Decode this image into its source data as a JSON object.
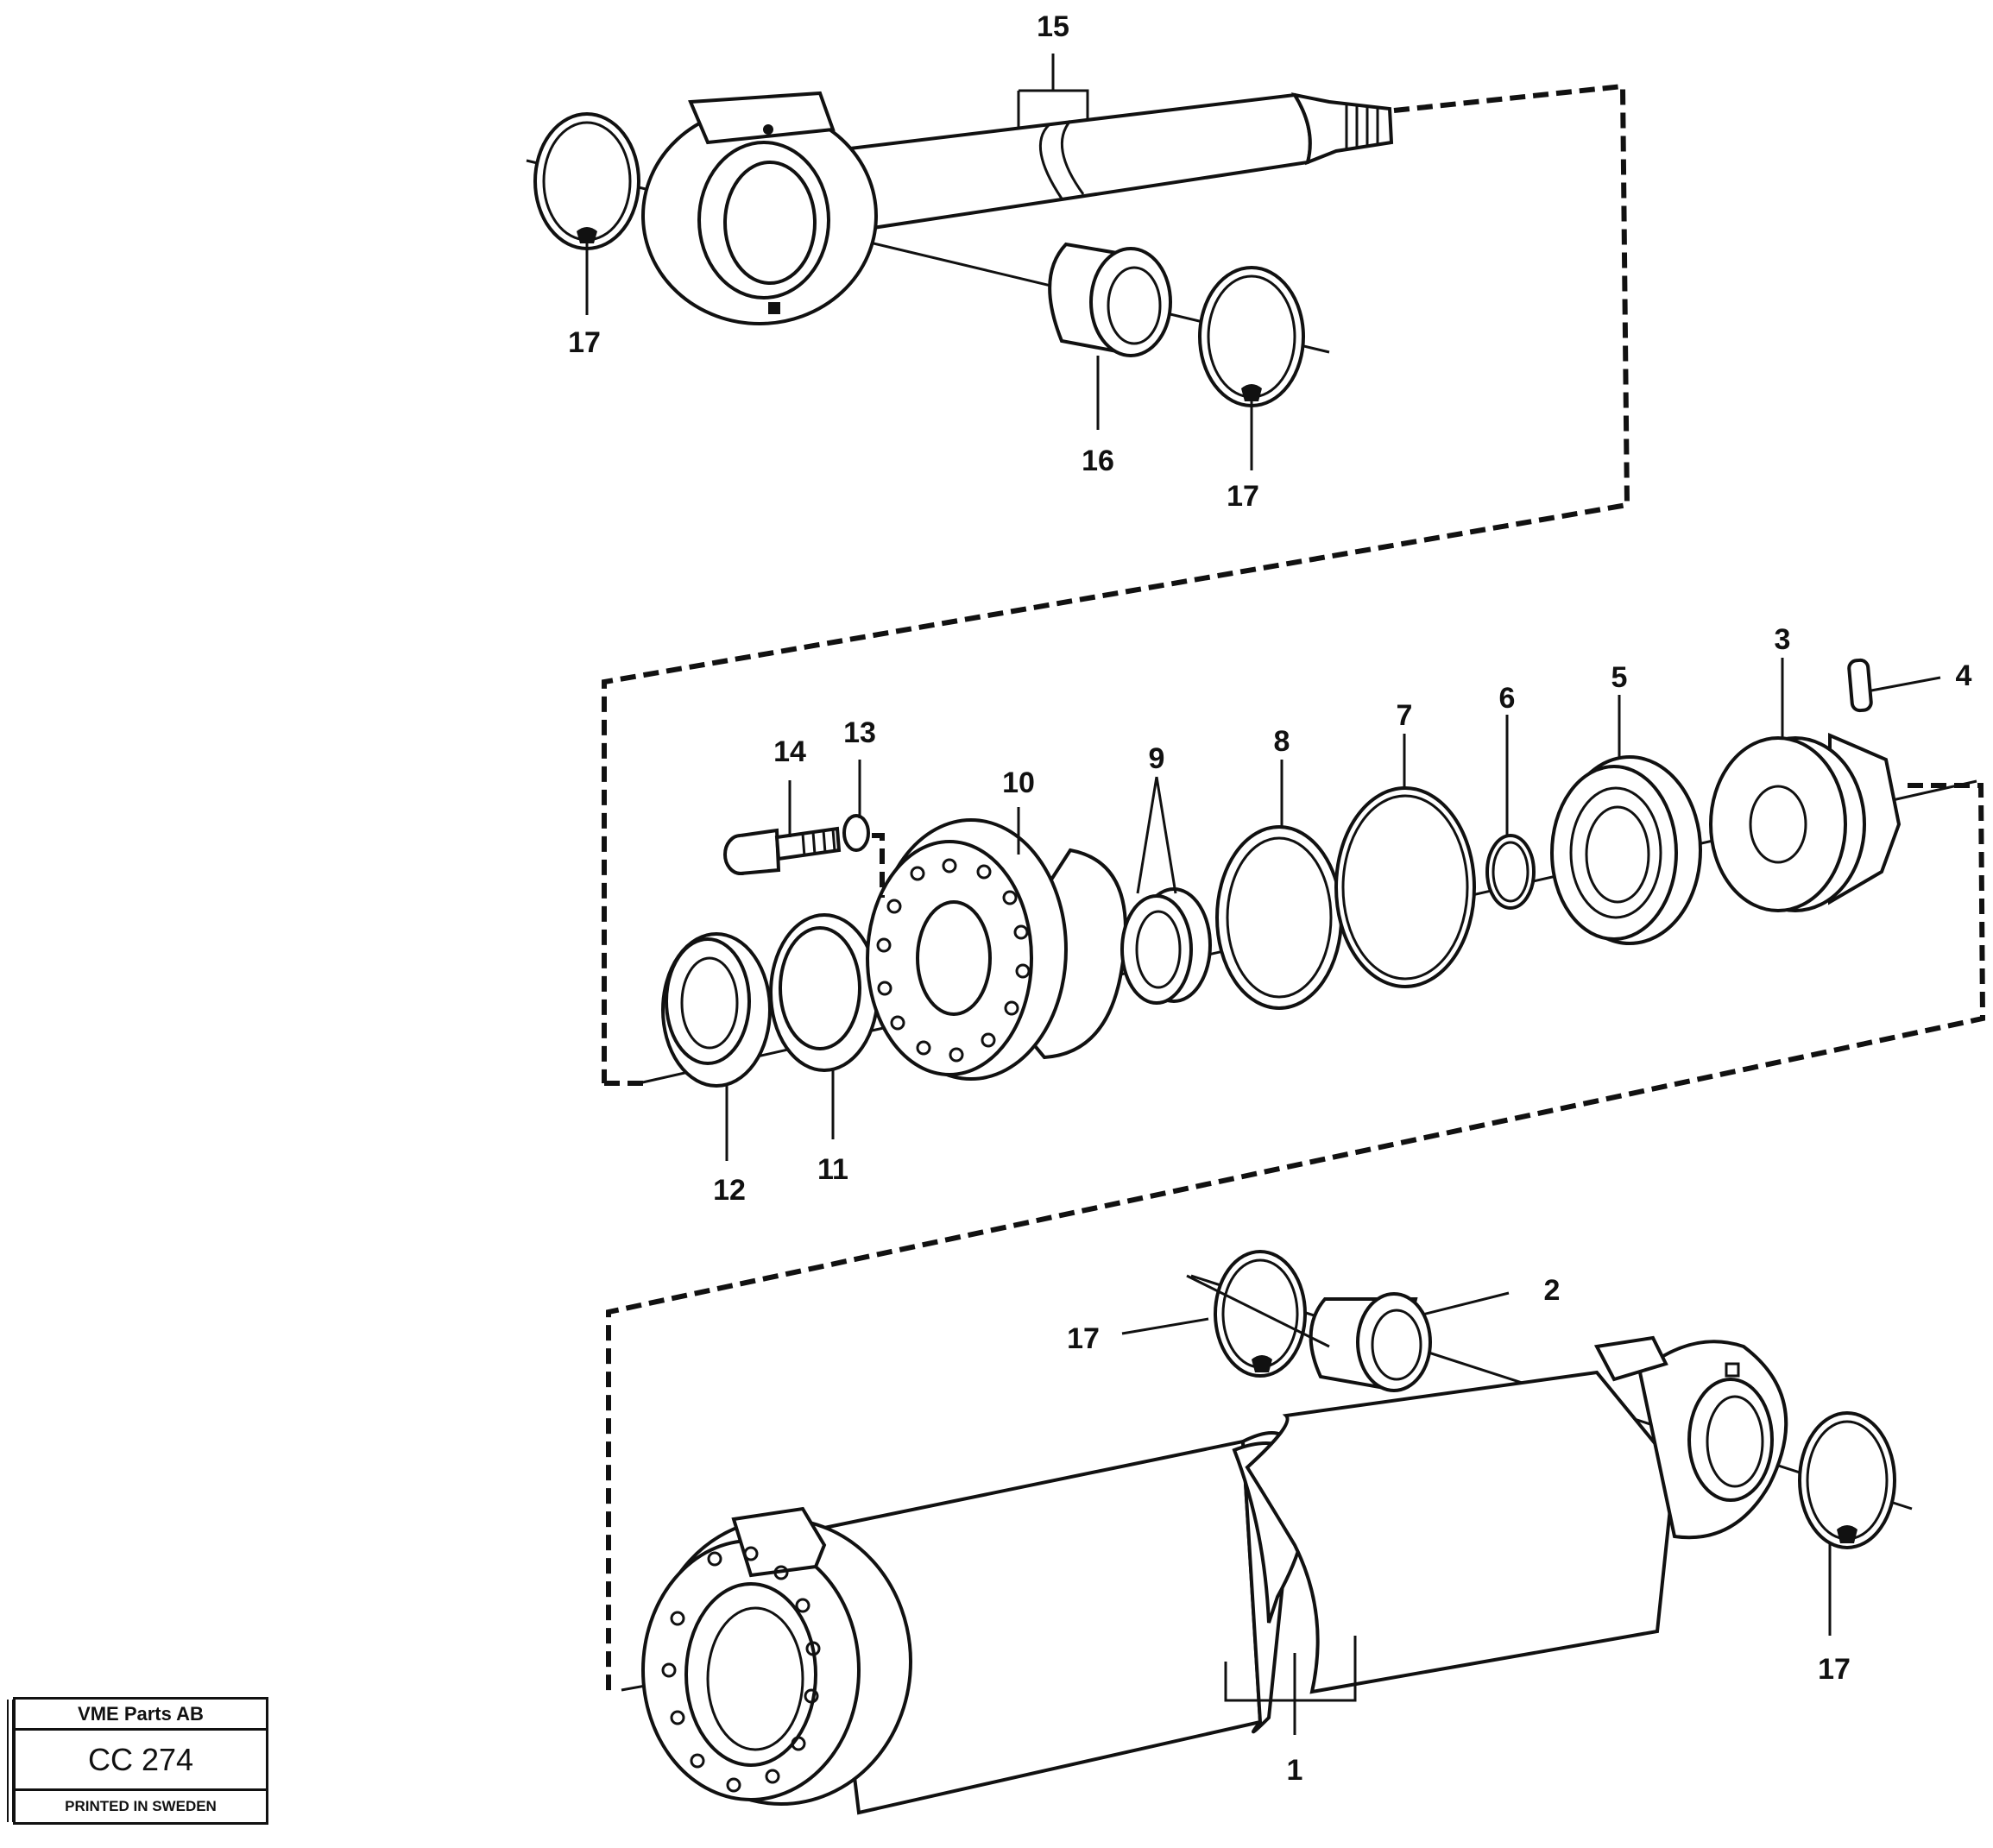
{
  "title_block": {
    "company": "VME Parts AB",
    "code": "CC 274",
    "printed": "PRINTED IN SWEDEN"
  },
  "callouts": [
    {
      "id": "c15",
      "label": "15"
    },
    {
      "id": "c17a",
      "label": "17"
    },
    {
      "id": "c16",
      "label": "16"
    },
    {
      "id": "c17b",
      "label": "17"
    },
    {
      "id": "c14",
      "label": "14"
    },
    {
      "id": "c13",
      "label": "13"
    },
    {
      "id": "c10",
      "label": "10"
    },
    {
      "id": "c9",
      "label": "9"
    },
    {
      "id": "c8",
      "label": "8"
    },
    {
      "id": "c7",
      "label": "7"
    },
    {
      "id": "c6",
      "label": "6"
    },
    {
      "id": "c5",
      "label": "5"
    },
    {
      "id": "c3",
      "label": "3"
    },
    {
      "id": "c4",
      "label": "4"
    },
    {
      "id": "c12",
      "label": "12"
    },
    {
      "id": "c11",
      "label": "11"
    },
    {
      "id": "c2",
      "label": "2"
    },
    {
      "id": "c17c",
      "label": "17"
    },
    {
      "id": "c17d",
      "label": "17"
    },
    {
      "id": "c1",
      "label": "1"
    }
  ]
}
